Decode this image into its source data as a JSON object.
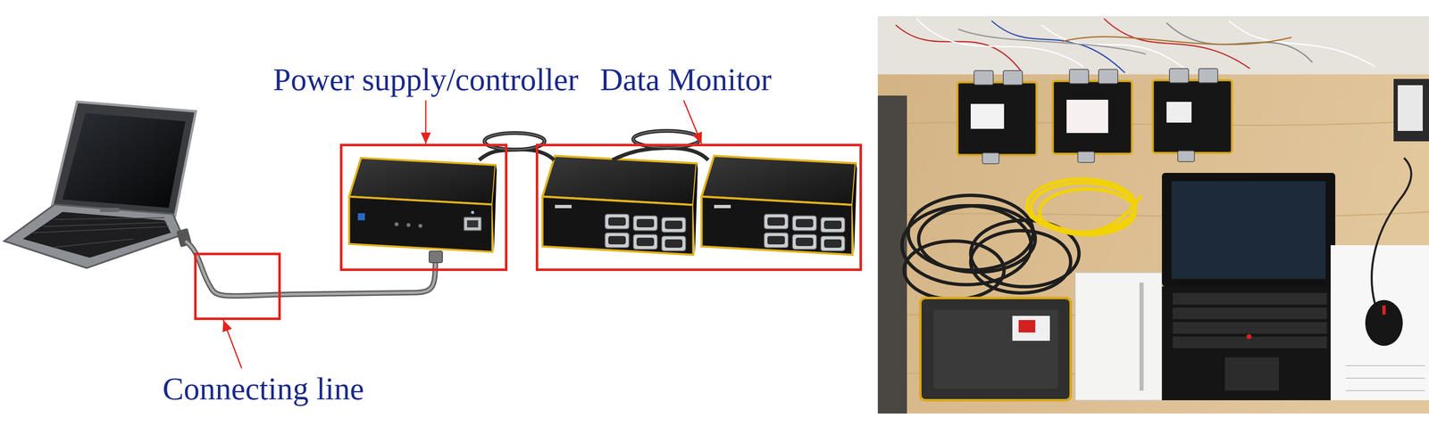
{
  "diagram": {
    "nodes": [
      {
        "text": [
          "Power supply/controller"
        ]
      },
      {
        "text": [
          "Data Monitor"
        ]
      },
      {
        "text": [
          "Connecting line"
        ]
      }
    ]
  }
}
